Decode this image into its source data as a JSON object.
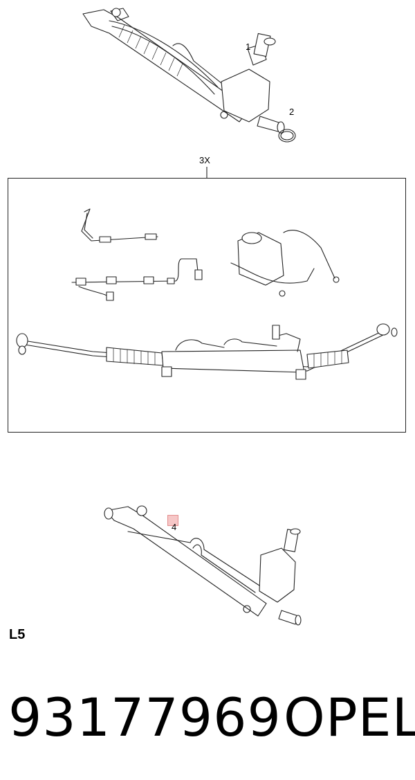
{
  "callouts": {
    "c1": "1",
    "c2": "2",
    "c3": "3X",
    "c4": "4"
  },
  "variant_code": "L5",
  "part_number": "93177969",
  "brand": "OPEL",
  "colors": {
    "line": "#222222",
    "highlight": "#f6c7c7"
  }
}
